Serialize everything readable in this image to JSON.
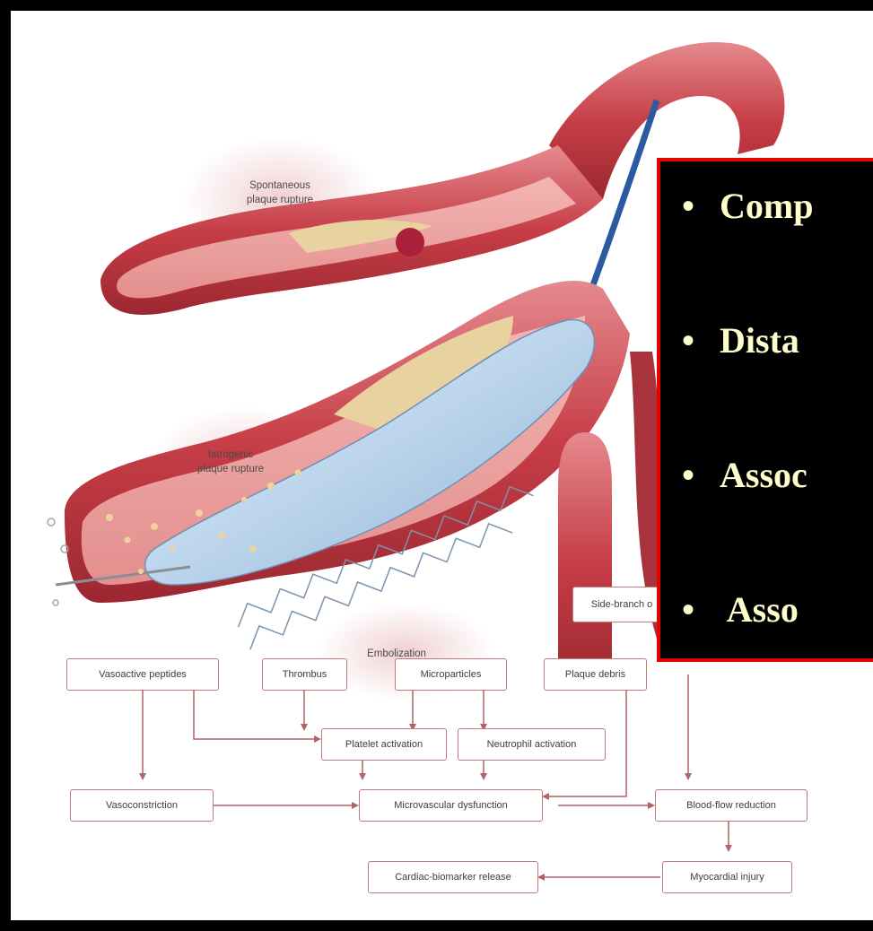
{
  "illustration": {
    "labels": {
      "spontaneous": [
        "Spontaneous",
        "plaque rupture"
      ],
      "iatrogenic": [
        "Iatrogenic",
        "plaque rupture"
      ],
      "embolization": "Embolization",
      "side_branch": "Side-branch o"
    }
  },
  "flowchart": {
    "vasoactive_peptides": "Vasoactive peptides",
    "thrombus": "Thrombus",
    "microparticles": "Microparticles",
    "plaque_debris": "Plaque debris",
    "platelet_activation": "Platelet activation",
    "neutrophil_activation": "Neutrophil activation",
    "vasoconstriction": "Vasoconstriction",
    "microvascular_dysfunction": "Microvascular dysfunction",
    "blood_flow_reduction": "Blood-flow reduction",
    "cardiac_biomarker_release": "Cardiac-biomarker release",
    "myocardial_injury": "Myocardial injury"
  },
  "callout": {
    "bullets": [
      {
        "marker": "•",
        "text": "Comp"
      },
      {
        "marker": "•",
        "text": "Dista"
      },
      {
        "marker": "•",
        "text": "Assoc"
      },
      {
        "marker": "•",
        "text": " Asso"
      }
    ]
  },
  "colors": {
    "callout_border": "#e60000",
    "callout_text": "#ffffcc",
    "vessel": "#c9454d",
    "box_border": "#c07a7d"
  }
}
